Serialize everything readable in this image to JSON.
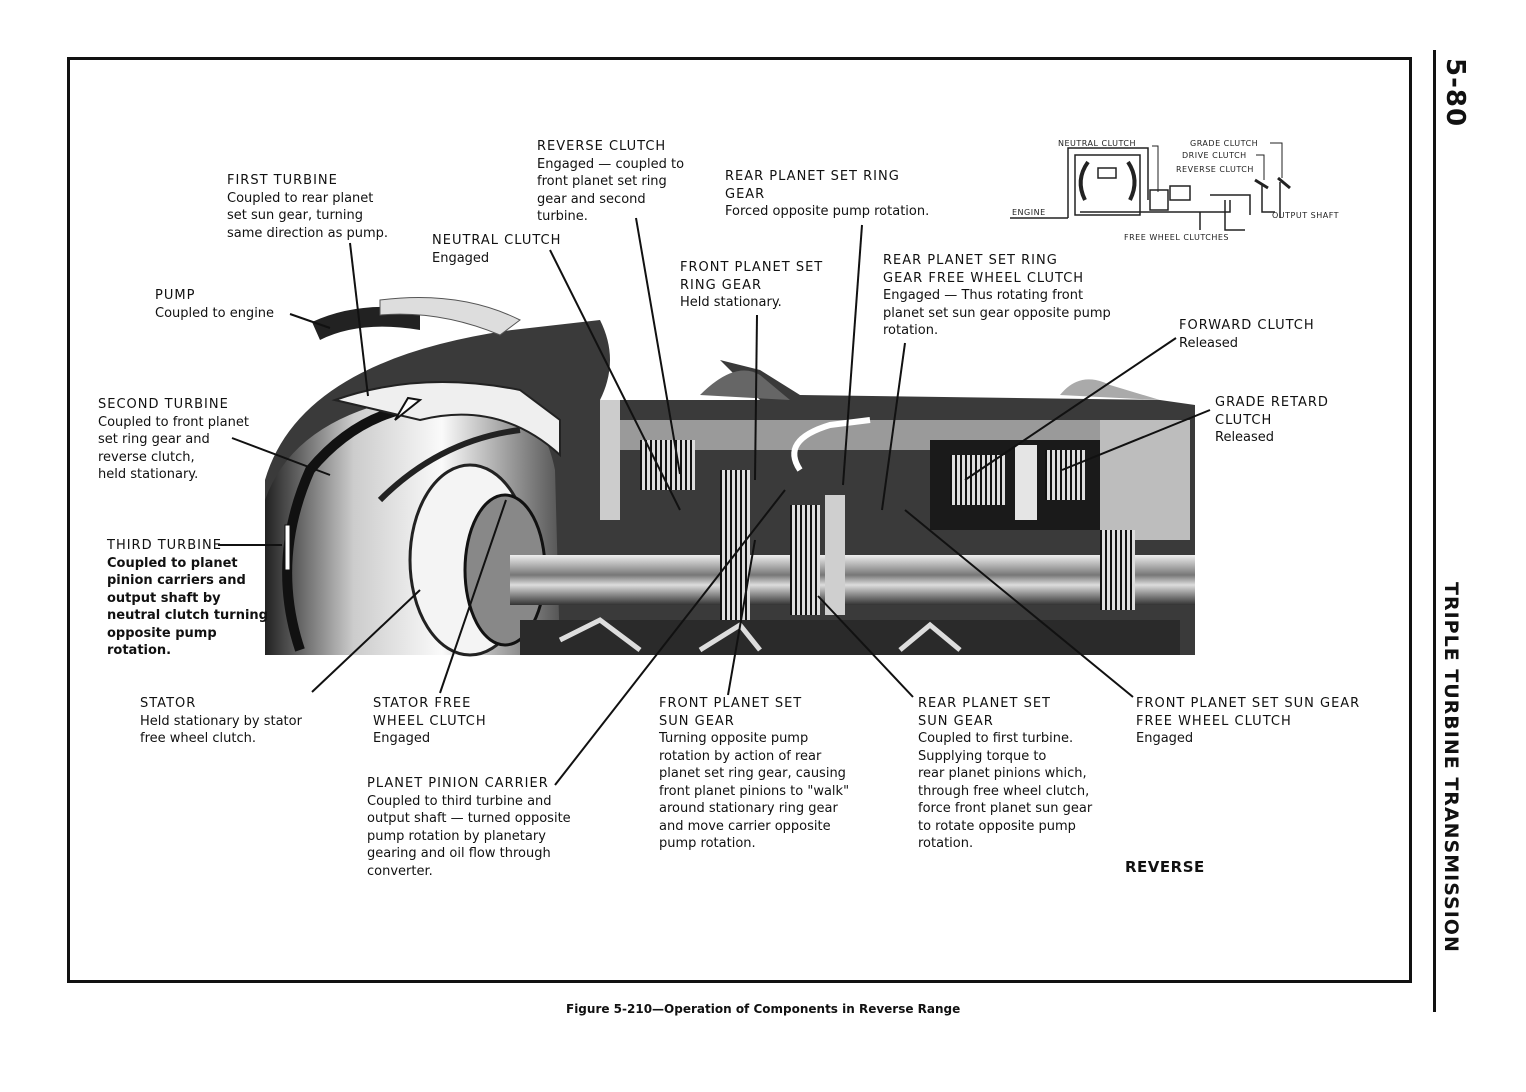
{
  "page": {
    "page_number": "5-80",
    "section_title": "TRIPLE TURBINE TRANSMISSION",
    "caption": "Figure 5-210—Operation of Components in Reverse Range",
    "range_label": "REVERSE"
  },
  "schematic": {
    "labels": {
      "neutral_clutch": "NEUTRAL CLUTCH",
      "grade_clutch": "GRADE CLUTCH",
      "drive_clutch": "DRIVE CLUTCH",
      "reverse_clutch": "REVERSE CLUTCH",
      "engine": "ENGINE",
      "output_shaft": "OUTPUT SHAFT",
      "free_wheel_clutches": "FREE WHEEL CLUTCHES"
    }
  },
  "callouts": {
    "first_turbine": {
      "title": "FIRST TURBINE",
      "desc": "Coupled to rear planet\nset sun gear, turning\nsame direction as pump."
    },
    "pump": {
      "title": "PUMP",
      "desc": "Coupled to engine"
    },
    "reverse_clutch": {
      "title": "REVERSE CLUTCH",
      "desc": "Engaged — coupled to\nfront planet set ring\ngear and second\nturbine."
    },
    "neutral_clutch": {
      "title": "NEUTRAL CLUTCH",
      "desc": "Engaged"
    },
    "rear_planet_ring_gear": {
      "title": "REAR PLANET SET RING\nGEAR",
      "desc": "Forced opposite pump rotation."
    },
    "front_planet_ring_gear": {
      "title": "FRONT PLANET SET\nRING GEAR",
      "desc": "Held stationary."
    },
    "rear_planet_ring_fw_clutch": {
      "title": "REAR PLANET SET RING\nGEAR FREE WHEEL CLUTCH",
      "desc": "Engaged — Thus rotating front\nplanet set sun gear opposite pump\nrotation."
    },
    "forward_clutch": {
      "title": "FORWARD CLUTCH",
      "desc": "Released"
    },
    "grade_retard_clutch": {
      "title": "GRADE RETARD\nCLUTCH",
      "desc": "Released"
    },
    "second_turbine": {
      "title": "SECOND TURBINE",
      "desc": "Coupled to front planet\nset ring gear and\nreverse clutch,\nheld stationary."
    },
    "third_turbine": {
      "title": "THIRD TURBINE",
      "desc": "Coupled to planet\npinion carriers and\noutput shaft by\nneutral clutch turning\nopposite pump\nrotation."
    },
    "stator": {
      "title": "STATOR",
      "desc": "Held stationary by stator\nfree wheel clutch."
    },
    "stator_fw_clutch": {
      "title": "STATOR FREE\nWHEEL CLUTCH",
      "desc": "Engaged"
    },
    "planet_pinion_carrier": {
      "title": "PLANET PINION CARRIER",
      "desc": "Coupled to third turbine and\noutput shaft — turned opposite\npump rotation by planetary\ngearing and oil flow through\nconverter."
    },
    "front_planet_sun_gear": {
      "title": "FRONT PLANET SET\nSUN GEAR",
      "desc": "Turning opposite pump\nrotation by action of rear\nplanet set ring gear, causing\nfront planet pinions to \"walk\"\naround stationary ring gear\nand move carrier opposite\npump rotation."
    },
    "rear_planet_sun_gear": {
      "title": "REAR PLANET SET\nSUN GEAR",
      "desc": "Coupled to first turbine.\nSupplying torque to\nrear planet pinions which,\nthrough free wheel clutch,\nforce front planet sun gear\nto rotate opposite pump\nrotation."
    },
    "front_planet_sun_fw_clutch": {
      "title": "FRONT PLANET SET SUN GEAR\nFREE WHEEL CLUTCH",
      "desc": "Engaged"
    }
  }
}
